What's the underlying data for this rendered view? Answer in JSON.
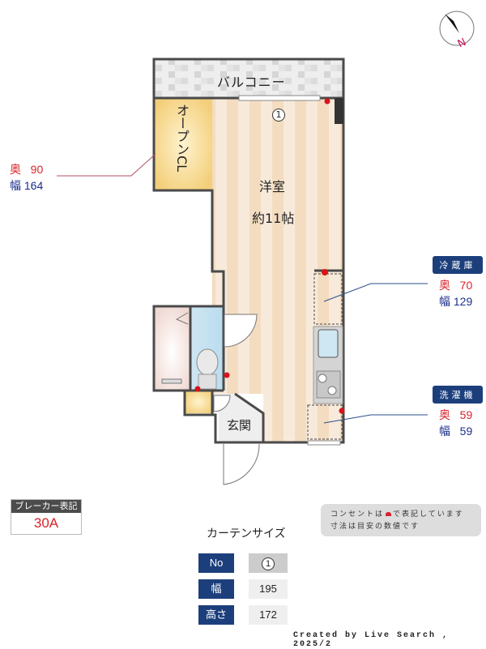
{
  "compass": {
    "label": "N"
  },
  "floorplan": {
    "balcony": "バルコニー",
    "closet": "オープンCL",
    "room_name": "洋室",
    "room_size": "約11帖",
    "entrance": "玄関",
    "window_no": "1"
  },
  "closet_dims": {
    "depth_label": "奥",
    "depth": "90",
    "width_label": "幅",
    "width": "164"
  },
  "fridge": {
    "title": "冷蔵庫",
    "depth_label": "奥",
    "depth": "70",
    "width_label": "幅",
    "width": "129"
  },
  "washer": {
    "title": "洗濯機",
    "depth_label": "奥",
    "depth": "59",
    "width_label": "幅",
    "width": "59"
  },
  "breaker": {
    "title": "ブレーカー表記",
    "value": "30A"
  },
  "note": {
    "line1_a": "コンセントは",
    "line1_b": "で表記しています",
    "line2": "寸法は目安の数値です"
  },
  "curtain": {
    "title": "カーテンサイズ",
    "rows": [
      {
        "label": "No",
        "value": "1"
      },
      {
        "label": "幅",
        "value": "195"
      },
      {
        "label": "高さ",
        "value": "172"
      }
    ]
  },
  "footer": {
    "credit": "Created by Live Search , 2025/2"
  },
  "colors": {
    "navy": "#1c3f7c",
    "red": "#d9232a",
    "blue": "#1a2f8a",
    "wall": "#4a4a4a",
    "floor_a": "#f3dcc0",
    "floor_b": "#f8e9d6",
    "closet": "#f5d58a"
  }
}
